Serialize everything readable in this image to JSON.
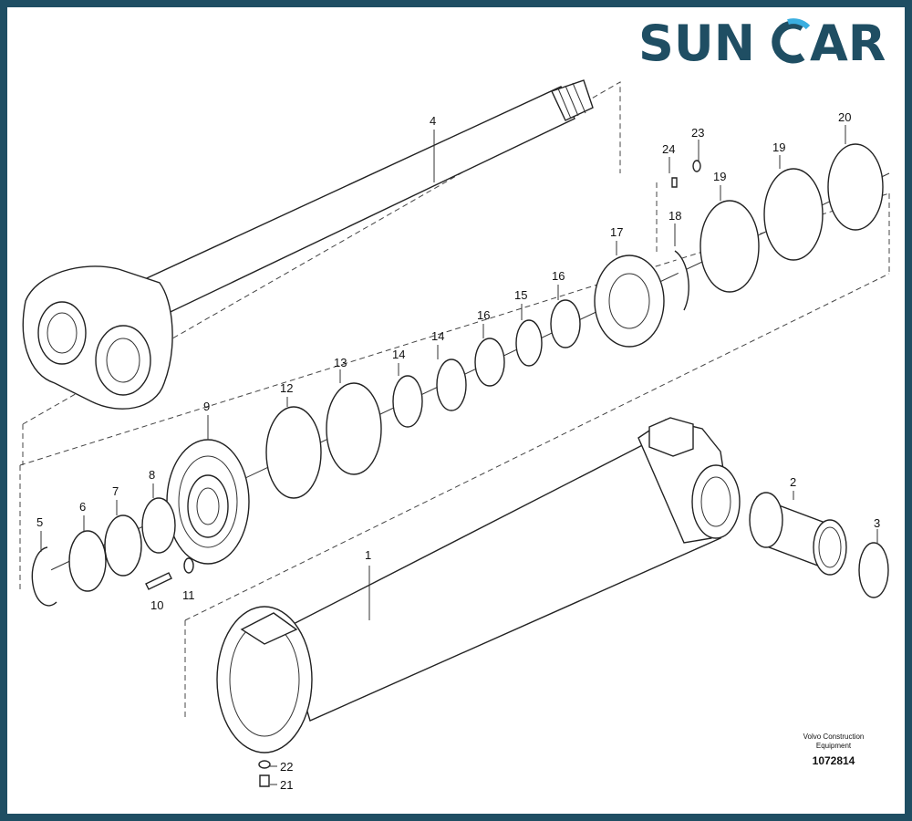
{
  "brand": {
    "name_left": "SUN",
    "name_right": "AR",
    "color": "#1f4e63"
  },
  "callouts": [
    "1",
    "2",
    "3",
    "4",
    "5",
    "6",
    "7",
    "8",
    "9",
    "10",
    "11",
    "12",
    "13",
    "14",
    "14",
    "15",
    "16",
    "16",
    "17",
    "18",
    "19",
    "19",
    "20",
    "21",
    "22",
    "23",
    "24"
  ],
  "credit": {
    "line1": "Volvo Construction",
    "line2": "Equipment",
    "code": "1072814"
  }
}
